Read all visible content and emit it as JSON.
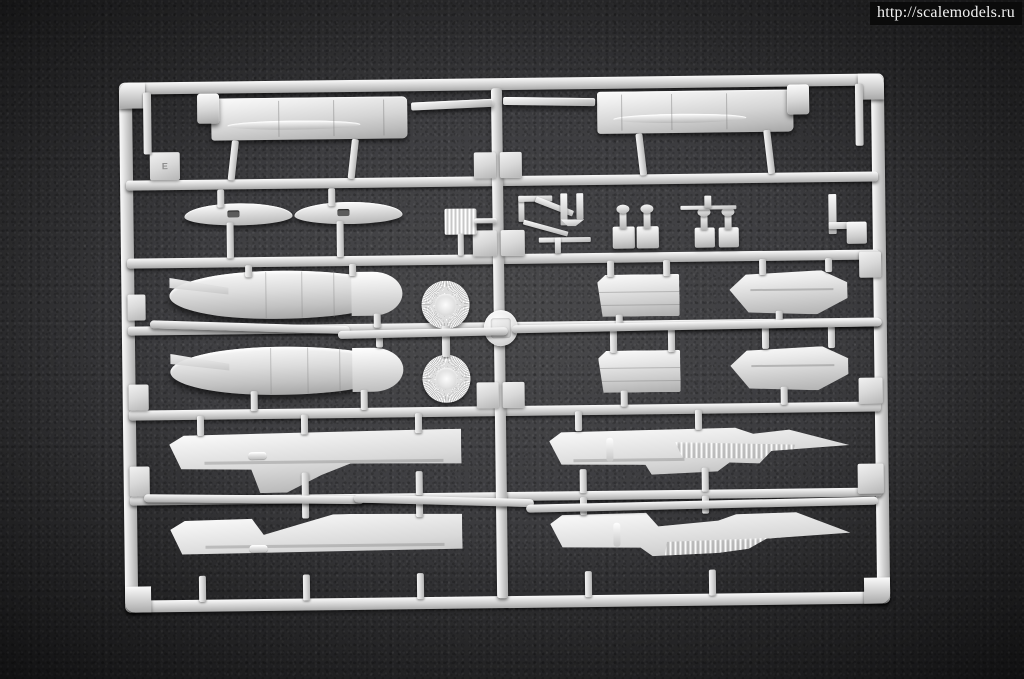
{
  "image": {
    "type": "product-photo",
    "subject": "plastic model kit injection sprue (runner) of aircraft parts",
    "background_color": "#3a3a3d",
    "plastic_color": "#d8d8d8",
    "watermark_text": "http://scalemodels.ru",
    "watermark_bg": "#0b0b0b",
    "watermark_fg": "#f2f2f2"
  },
  "sprue": {
    "frame_label": "E",
    "center_medallion_label": "",
    "rows": [
      {
        "name": "row-1-intake-trunks",
        "description": "two long mirrored intake trunk halves"
      },
      {
        "name": "row-2-stabilisers-and-details",
        "description": "two horizontal stabilisers and small detail parts"
      },
      {
        "name": "row-3-upper-tanks",
        "description": "drop tank, turbine disc, fuselage blocks, pods"
      },
      {
        "name": "row-4-lower-tanks",
        "description": "drop tank, turbine disc, fuselage blocks, pods"
      },
      {
        "name": "row-5-wing-upper",
        "description": "wing half and swept inner wing section"
      },
      {
        "name": "row-6-wing-lower",
        "description": "wing half and swept inner wing section"
      }
    ]
  },
  "parts": {
    "intake_left": "intake-trunk-left",
    "intake_right": "intake-trunk-right",
    "stabiliser_a": "horizontal-stabiliser-a",
    "stabiliser_b": "horizontal-stabiliser-b",
    "tank_upper": "drop-tank-upper",
    "tank_lower": "drop-tank-lower",
    "turbine_upper": "turbine-fan-face-upper",
    "turbine_lower": "turbine-fan-face-lower",
    "block_upper": "fuselage-block-upper",
    "block_lower": "fuselage-block-lower",
    "pod_upper": "engine-pod-upper",
    "pod_lower": "engine-pod-lower",
    "wing_left_upper": "wing-half-left-upper",
    "wing_left_lower": "wing-half-left-lower",
    "wing_right_upper": "inner-wing-right-upper",
    "wing_right_lower": "inner-wing-right-lower"
  }
}
